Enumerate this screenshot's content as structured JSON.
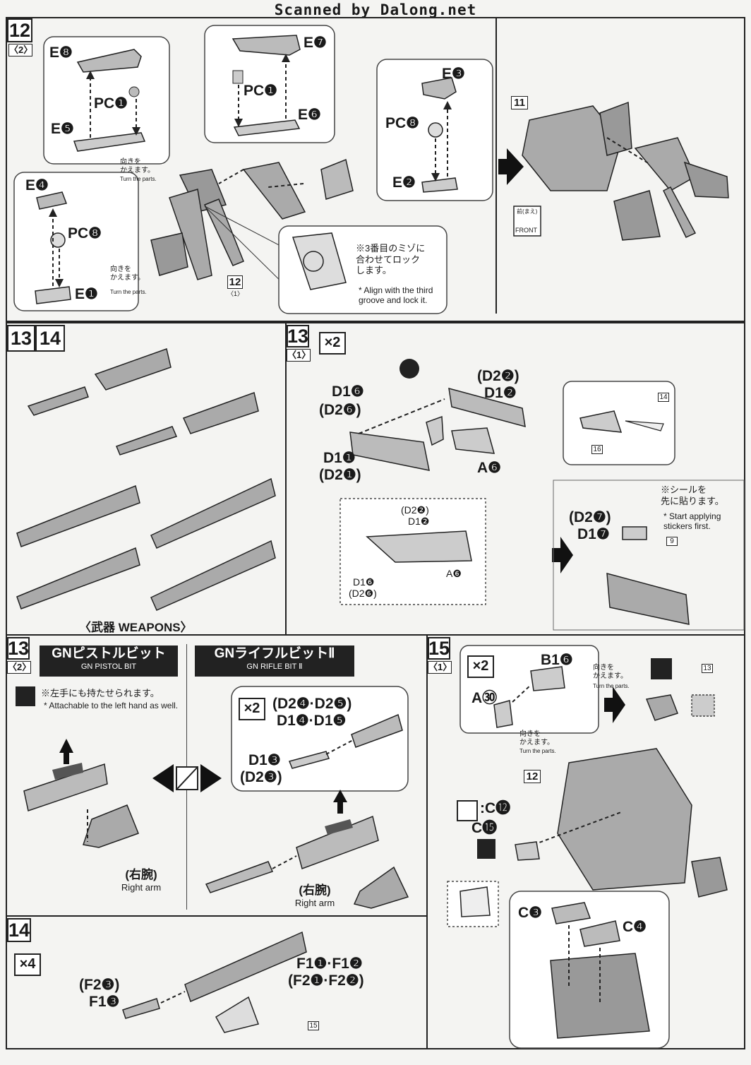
{
  "header": {
    "text": "Scanned by Dalong.net"
  },
  "step12_2": {
    "step": "12",
    "sub": "2",
    "parts": {
      "e8": "E❽",
      "pc1a": "PC❶",
      "e5": "E❺",
      "e7": "E❼",
      "pc1b": "PC❶",
      "e6": "E❻",
      "e3": "E❸",
      "pc8a": "PC❽",
      "e2": "E❷",
      "e4": "E❹",
      "pc8b": "PC❽",
      "e1": "E❶"
    },
    "turn_jp_a": "向きを\nかえます。",
    "turn_en_a": "Turn the parts.",
    "turn_jp_b": "向きを\nかえます。",
    "turn_en_b": "Turn the parts.",
    "align_jp": "※3番目のミゾに\n合わせてロック\nします。",
    "align_en": "* Align with the third\ngroove and lock it.",
    "ref_step": "12",
    "ref_sub": "1",
    "ref11": "11",
    "front_jp": "前(まえ)",
    "front_en": "FRONT"
  },
  "step13_14_weapons": {
    "step_a": "13",
    "step_b": "14",
    "caption": "〈武器 WEAPONS〉"
  },
  "step13_1": {
    "step": "13",
    "sub": "1",
    "mult": "×2",
    "parts": {
      "d16": "D1❻",
      "d26": "(D2❻)",
      "d22": "(D2❷)",
      "d12": "D1❷",
      "d11": "D1❶",
      "d21": "(D2❶)",
      "a6": "A❻",
      "in_d22": "(D2❷)",
      "in_d12": "D1❷",
      "in_d16": "D1❻",
      "in_d26": "(D2❻)",
      "in_a6": "A❻",
      "d27": "(D2❼)",
      "d17": "D1❼"
    },
    "stickers": {
      "s14": "14",
      "s16": "16",
      "s9": "9"
    },
    "sticker_note_jp": "※シールを\n先に貼ります。",
    "sticker_note_en": "* Start applying\nstickers first."
  },
  "step13_2": {
    "step": "13",
    "sub": "2",
    "pistol_jp": "GNピストルビット",
    "pistol_en": "GN PISTOL BIT",
    "rifle_jp": "GNライフルビットⅡ",
    "rifle_en": "GN RIFLE BIT Ⅱ",
    "left_note_jp": "※左手にも持たせられます。",
    "left_note_en": "* Attachable to the left hand as well.",
    "rifle_mult": "×2",
    "rifle_parts_a": "(D2❹·D2❺)",
    "rifle_parts_b": "D1❹·D1❺",
    "rifle_parts_c": "D1❸",
    "rifle_parts_d": "(D2❸)",
    "right_arm_jp_a": "(右腕)",
    "right_arm_en_a": "Right arm",
    "right_arm_jp_b": "(右腕)",
    "right_arm_en_b": "Right arm"
  },
  "step14": {
    "step": "14",
    "mult": "×4",
    "parts_a": "(F2❸)",
    "parts_b": "F1❸",
    "parts_c": "F1❶·F1❷",
    "parts_d": "(F2❶·F2❷)",
    "sticker": "15"
  },
  "step15_1": {
    "step": "15",
    "sub": "1",
    "mult": "×2",
    "b16": "B1❻",
    "a30": "A㉚",
    "turn_jp_a": "向きを\nかえます。",
    "turn_en_a": "Turn the parts.",
    "turn_jp_b": "向きを\nかえます。",
    "turn_en_b": "Turn the parts.",
    "sticker": "13",
    "ref12": "12",
    "c12": ":C⓬",
    "c15": "C⓯",
    "c3": "C❸",
    "c4": "C❹"
  }
}
